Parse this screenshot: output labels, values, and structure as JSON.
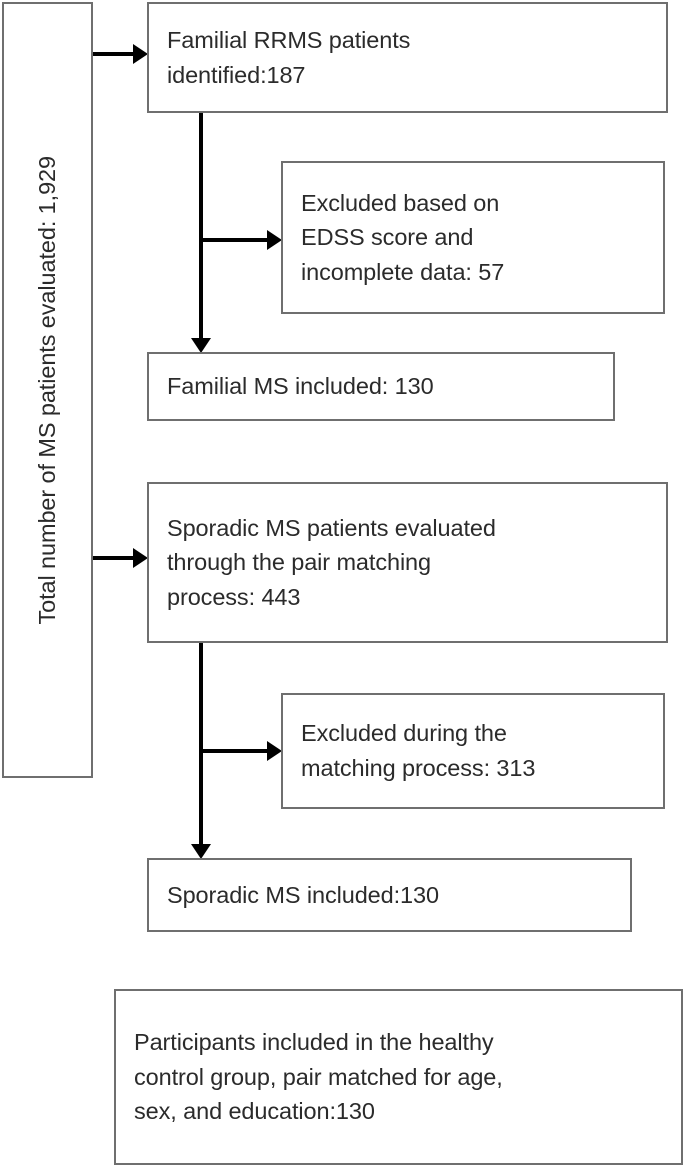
{
  "diagram": {
    "title": "MS patient enrollment flow chart",
    "type": "flowchart",
    "stroke_color": "#6f6f6f",
    "connector_color": "#000000",
    "text_color": "#2b2b2b",
    "background": "#ffffff"
  },
  "nodes": {
    "total": {
      "label": "Total number of MS patients evaluated: 1,929",
      "count": "1,929",
      "orientation": "vertical"
    },
    "familial_identified": {
      "label": "Familial RRMS patients\nidentified:187",
      "count": "187"
    },
    "excluded_edss": {
      "label": "Excluded based on\nEDSS score and\nincomplete data: 57",
      "count": "57"
    },
    "familial_included": {
      "label": "Familial MS included: 130",
      "count": "130"
    },
    "sporadic_evaluated": {
      "label": "Sporadic MS patients evaluated\nthrough the pair matching\nprocess: 443",
      "count": "443"
    },
    "excluded_matching": {
      "label": "Excluded during the\nmatching process: 313",
      "count": "313"
    },
    "sporadic_included": {
      "label": "Sporadic MS included:130",
      "count": "130"
    },
    "controls": {
      "label": "Participants included in the healthy\ncontrol group, pair matched for age,\nsex, and education:130",
      "count": "130"
    }
  },
  "connectors": [
    {
      "name": "total-to-familial-identified",
      "kind": "arrow-right"
    },
    {
      "name": "familial-identified-to-excluded-edss",
      "kind": "arrow-right"
    },
    {
      "name": "familial-identified-to-familial-included",
      "kind": "arrow-down"
    },
    {
      "name": "total-to-sporadic-evaluated",
      "kind": "arrow-right"
    },
    {
      "name": "sporadic-evaluated-to-excluded-matching",
      "kind": "arrow-right"
    },
    {
      "name": "sporadic-evaluated-to-sporadic-included",
      "kind": "arrow-down"
    }
  ]
}
